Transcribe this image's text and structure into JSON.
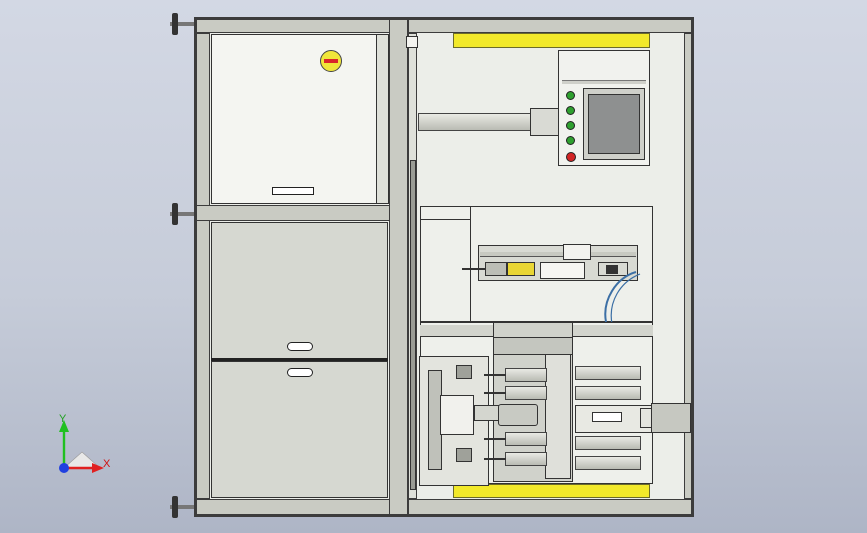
{
  "view": {
    "axis_triad": {
      "x_label": "X",
      "y_label": "Y"
    }
  },
  "colors": {
    "frame": "#3c3c3c",
    "panel": "#eceee9",
    "safety_yellow": "#f2e92a",
    "led_green": "#2fa02f",
    "led_red": "#d22424",
    "screen": "#8e9090",
    "axis_x": "#e02020",
    "axis_y": "#20c020",
    "axis_z": "#2040e0"
  },
  "components": {
    "left_upper_door": "panel-door",
    "left_lower_drawers": "drawers",
    "hmi_panel": "touch-screen-panel",
    "buttons": [
      "green",
      "green",
      "green",
      "green",
      "red"
    ],
    "light_curtain_top": "yellow-safety-bar",
    "light_curtain_bottom": "yellow-safety-bar"
  }
}
